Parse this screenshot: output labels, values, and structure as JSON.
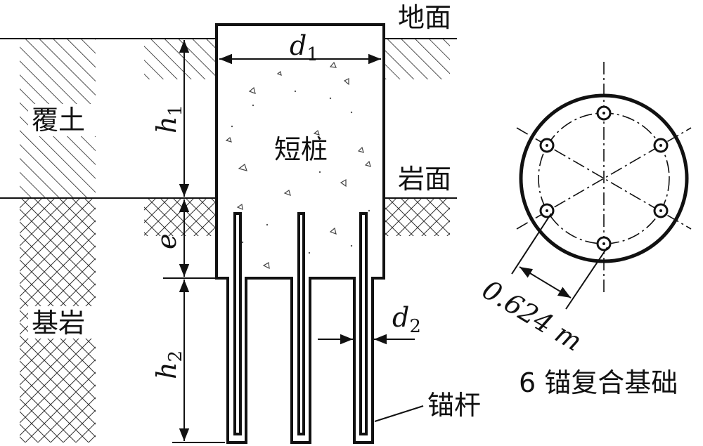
{
  "labels": {
    "ground": "地面",
    "rock_surface": "岩面",
    "overburden": "覆土",
    "bedrock": "基岩",
    "short_pile": "短桩",
    "anchor_rod": "锚杆",
    "caption": "6 锚复合基础",
    "d1": {
      "main": "d",
      "sub": "1"
    },
    "d2": {
      "main": "d",
      "sub": "2"
    },
    "h1": {
      "main": "h",
      "sub": "1"
    },
    "h2": {
      "main": "h",
      "sub": "2"
    },
    "e": "e",
    "spacing": "0.624 m"
  },
  "anchor_count": 6
}
